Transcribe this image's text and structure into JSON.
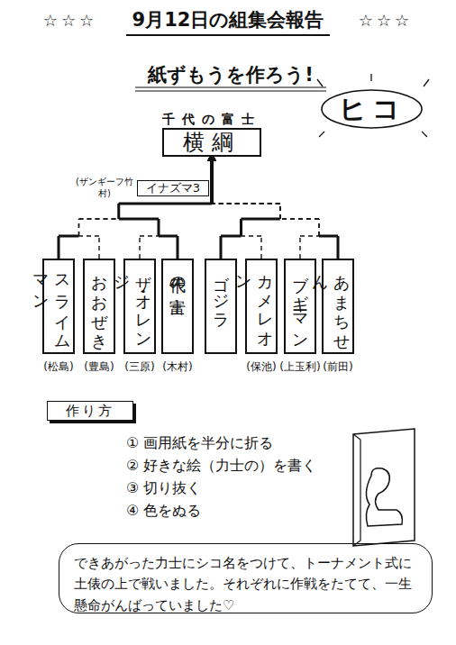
{
  "diagram": {
    "title": "9月12日の組集会報告",
    "nodes": [
      {
        "text": [
          "ヒコ"
        ]
      },
      {
        "text": [
          "千代の富士",
          "横綱"
        ]
      },
      {
        "text": [
          "イナズマ3"
        ]
      },
      {
        "text": [
          "スライムマン"
        ]
      },
      {
        "text": [
          "おおぜき"
        ]
      },
      {
        "text": [
          "ザ・オレンジ"
        ]
      },
      {
        "text": [
          "千代の富士"
        ]
      },
      {
        "text": [
          "ゴジラ"
        ]
      },
      {
        "text": [
          "カメレオン"
        ]
      },
      {
        "text": [
          "ブギーマン"
        ]
      },
      {
        "text": [
          "あまちせん"
        ]
      },
      {
        "text": [
          "作り方"
        ]
      },
      {
        "text": [
          "できあがった力士にシコ名をつけて、トーナメント式に土俵の上で戦いました。それぞれに作戦をたてて、一生懸命がんばっていました♡"
        ]
      }
    ],
    "edges": [
      {
        "from": 3,
        "to": 1,
        "arrow": "to"
      },
      {
        "from": 4,
        "to": 1,
        "arrow": "to"
      },
      {
        "from": 5,
        "to": 1,
        "arrow": "to"
      },
      {
        "from": 6,
        "to": 1,
        "arrow": "to"
      },
      {
        "from": 7,
        "to": 1,
        "arrow": "to"
      },
      {
        "from": 8,
        "to": 1,
        "arrow": "to"
      },
      {
        "from": 9,
        "to": 1,
        "arrow": "to"
      },
      {
        "from": 10,
        "to": 1,
        "arrow": "to"
      }
    ],
    "labels": [
      "☆☆☆",
      "☆☆☆",
      "紙ずもうを作ろう!",
      "(ザンギーフ竹村)",
      "(松島)",
      "(豊島)",
      "(三原)",
      "(木村)",
      "(保池)",
      "(上玉利)",
      "(前田)",
      "① 画用紙を半分に折る",
      "② 好きな絵（力士の）を書く",
      "③ 切り抜く",
      "④ 色をぬる"
    ]
  }
}
